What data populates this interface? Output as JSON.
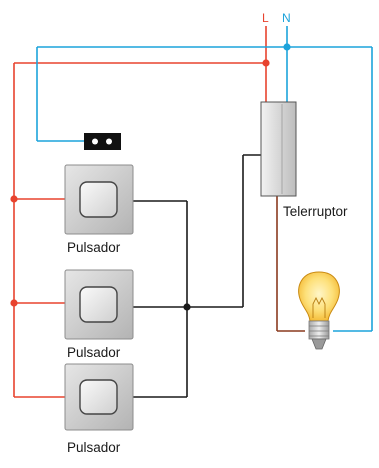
{
  "colors": {
    "line": "#e8432e",
    "neutral": "#1ca3db",
    "switched": "#1a1a1a",
    "lamp_return": "#8a3a1f"
  },
  "terminals": {
    "line_label": "L",
    "neutral_label": "N"
  },
  "components": {
    "relay_label": "Telerruptor",
    "switch_labels": [
      "Pulsador",
      "Pulsador",
      "Pulsador"
    ],
    "lamp_icon": "light-bulb-icon",
    "socket_icon": "junction-box-icon"
  }
}
